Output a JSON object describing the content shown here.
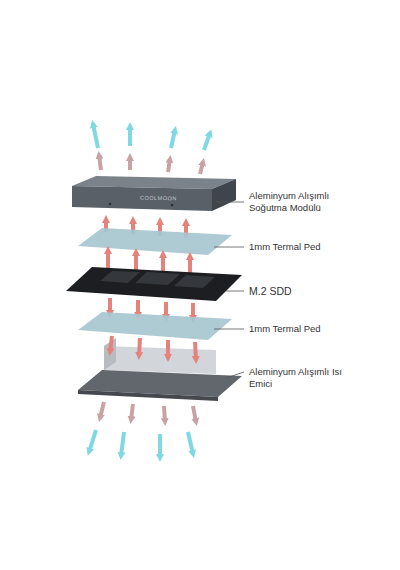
{
  "diagram": {
    "labels": [
      "COOLMOON",
      "Aleminyum Alışımlı Soğutma Modülü",
      "1mm Termal Ped",
      "M.2 SDD",
      "1mm Termal Ped",
      "Aleminyum Alışımlı Isı Emici"
    ]
  }
}
